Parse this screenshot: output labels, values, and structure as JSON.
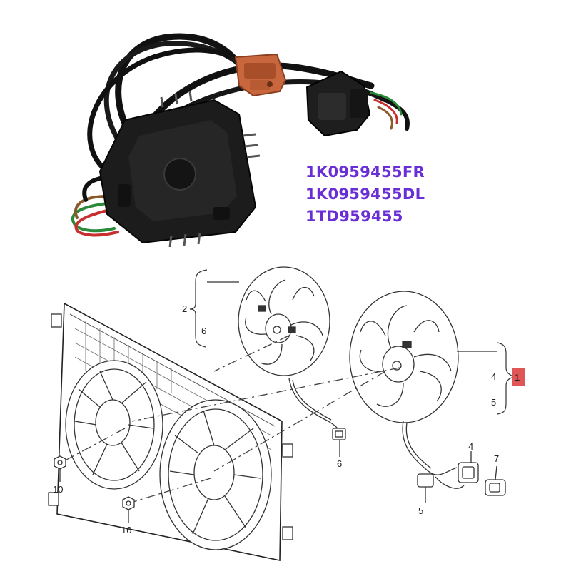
{
  "part_numbers": [
    "1K0959455FR",
    "1K0959455DL",
    "1TD959455"
  ],
  "diagram": {
    "callouts": {
      "c1": "1",
      "c2": "2",
      "c4a": "4",
      "c4b": "4",
      "c5a": "5",
      "c5b": "5",
      "c6a": "6",
      "c6b": "6",
      "c7": "7",
      "c10a": "10",
      "c10b": "10"
    }
  },
  "colors": {
    "part_number_text": "#6a2fd4",
    "highlight_box": "#e05555",
    "connector_orange": "#c8673e",
    "module_black": "#1c1c1c"
  }
}
